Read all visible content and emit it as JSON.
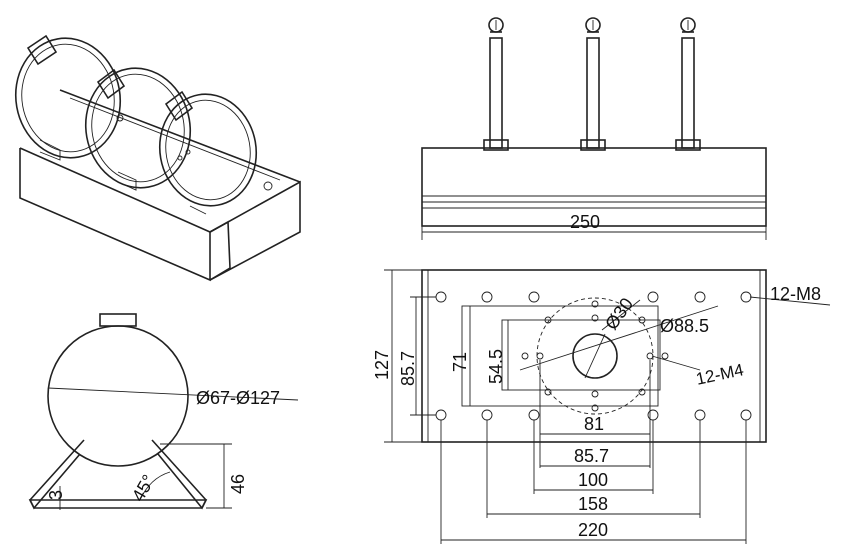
{
  "side_view": {
    "clamp_dia": "Ø67-Ø127",
    "angle": "45°",
    "height": "46",
    "thickness": "3"
  },
  "front_view": {
    "width": "250"
  },
  "plan_view": {
    "height_total": "127",
    "height_holes": "85.7",
    "inner_71": "71",
    "inner_54_5": "54.5",
    "center_hole": "Ø30",
    "bolt_circle": "Ø88.5",
    "holes_m8": "12-M8",
    "holes_m4": "12-M4",
    "w81": "81",
    "w85_7": "85.7",
    "w100": "100",
    "w158": "158",
    "w220": "220"
  }
}
